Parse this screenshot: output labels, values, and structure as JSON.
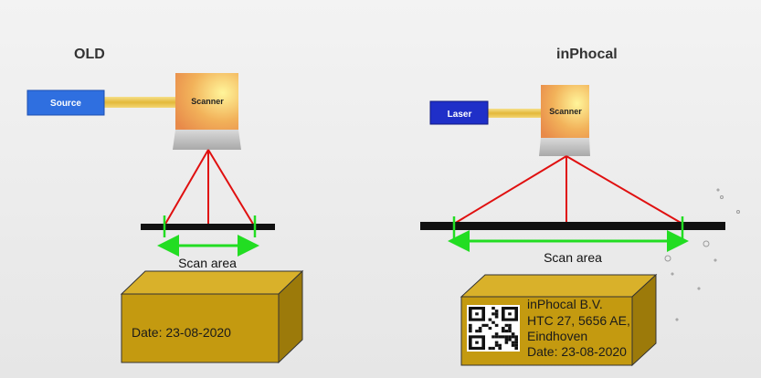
{
  "left": {
    "title": "OLD",
    "source_label": "Source",
    "scanner_label": "Scanner",
    "scan_area_label": "Scan area",
    "crate_date": "Date: 23-08-2020"
  },
  "right": {
    "title": "inPhocal",
    "laser_label": "Laser",
    "scanner_label": "Scanner",
    "scan_area_label": "Scan area",
    "crate_lines": [
      "inPhocal B.V.",
      "HTC 27, 5656 AE,",
      "Eindhoven",
      "Date: 23-08-2020"
    ]
  },
  "colors": {
    "source_box": "#2f6fe0",
    "laser_box": "#1f2fc8",
    "beam": "#e8c64a",
    "rays": "#e01010",
    "scan_markers": "#22dd22",
    "crate": "#c49a10"
  },
  "icons": [
    "qr-code-icon"
  ]
}
